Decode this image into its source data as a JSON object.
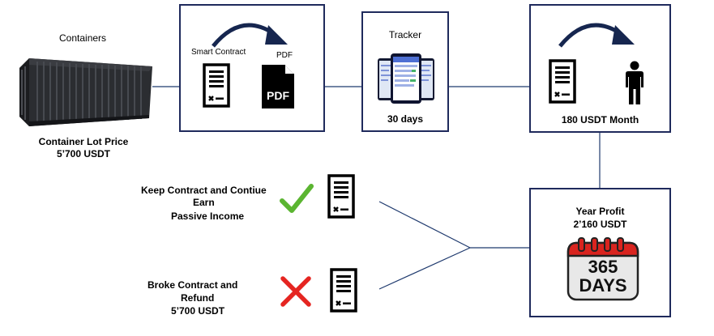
{
  "containers": {
    "title": "Containers",
    "price_label": "Container Lot Price",
    "price_value": "5’700 USDT"
  },
  "contract_box": {
    "smart_contract_label": "Smart Contract",
    "pdf_label": "PDF",
    "pdf_icon_text": "PDF"
  },
  "tracker_box": {
    "title": "Tracker",
    "period": "30 days"
  },
  "owner_box": {
    "monthly": "180 USDT Month"
  },
  "profit_box": {
    "title": "Year Profit",
    "value": "2’160 USDT",
    "calendar_number": "365",
    "calendar_unit": "DAYS"
  },
  "option_keep": {
    "line1": "Keep Contract and Contiue",
    "line2": "Earn",
    "line3": "Passive Income"
  },
  "option_broke": {
    "line1": "Broke Contract and",
    "line2": "Refund",
    "line3": "5’700 USDT"
  },
  "colors": {
    "box_border": "#1f2a5c",
    "arrow": "#16264f",
    "connector": "#1f3a6e",
    "check": "#5bb531",
    "cross": "#e52521",
    "calendar_red": "#d9241f"
  }
}
